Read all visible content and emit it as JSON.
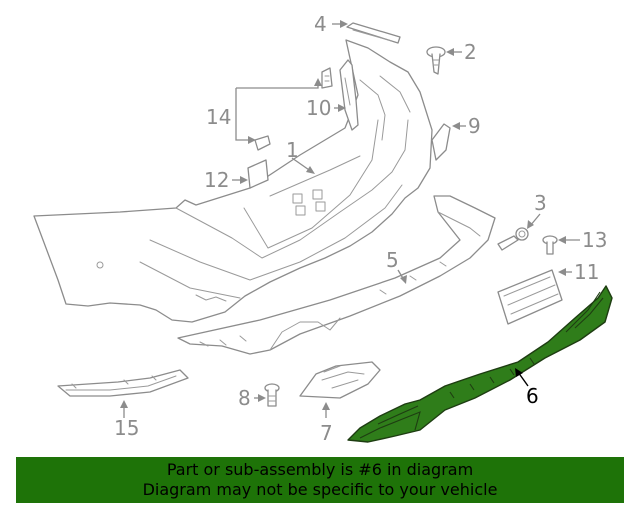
{
  "callouts": {
    "c1": "1",
    "c2": "2",
    "c3": "3",
    "c4": "4",
    "c5": "5",
    "c6": "6",
    "c7": "7",
    "c8": "8",
    "c9": "9",
    "c10": "10",
    "c11": "11",
    "c12": "12",
    "c13": "13",
    "c14": "14",
    "c15": "15"
  },
  "highlighted_part": "6",
  "colors": {
    "highlight": "#2f7d1a",
    "banner": "#1e7308",
    "line_art": "#8c8c8c"
  },
  "banner": {
    "line1": "Part or sub-assembly is #6 in diagram",
    "line2": "Diagram may not be specific to your vehicle"
  }
}
